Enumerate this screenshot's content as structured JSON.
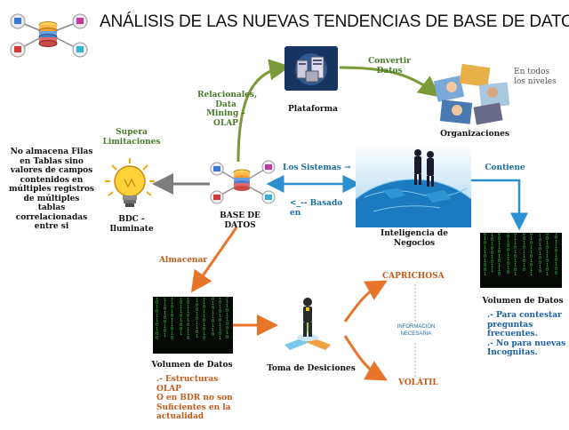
{
  "title": "ANÁLISIS DE LAS NUEVAS TENDENCIAS DE BASE DE DATOS",
  "nodes": {
    "plataforma": "Plataforma",
    "organizaciones": "Organizaciones",
    "en_todos": "En todos\nlos niveles",
    "base_de_datos": "BASE DE DATOS",
    "bdc": "BDC - Iluminate",
    "inteligencia": "Inteligencia de Negocios",
    "volumen_right": "Volumen de Datos",
    "volumen_left": "Volumen de Datos",
    "toma": "Toma de Desiciones",
    "caprichosa": "CAPRICHOSA",
    "volatil": "VOLÁTIL",
    "informacion": "INFORMACIÓN\nNECESARIA"
  },
  "edges": {
    "relacionales": "Relacionales,\nData\nMining –\nOLAP",
    "convertir": "Convertir\nDatos",
    "supera": "Supera\nLimitaciones",
    "los_sistemas": "Los Sistemas →",
    "basado_en": "<_-- Basado en",
    "contiene": "Contiene",
    "almacenar": "Almacenar"
  },
  "notes": {
    "no_almacena": "No almacena Filas\nen Tablas sino\nvalores de campos\ncontenidos en\nmúltiples registros\nde múltiples tablas\ncorrelacionadas\nentre si",
    "para_contestar": ".- Para contestar\npreguntas\nfrecuentes.\n.- No para nuevas\nIncognitas.",
    "estructuras": ".- Estructuras OLAP\nO en BDR no son\nSuficientes en la\nactualidad"
  },
  "colors": {
    "green_arrow": "#7a9a3a",
    "orange_arrow": "#e8742a",
    "blue_arrow": "#2b8fd0",
    "gray_arrow": "#7d7d7d",
    "matrix_green": "#3cc14a"
  }
}
